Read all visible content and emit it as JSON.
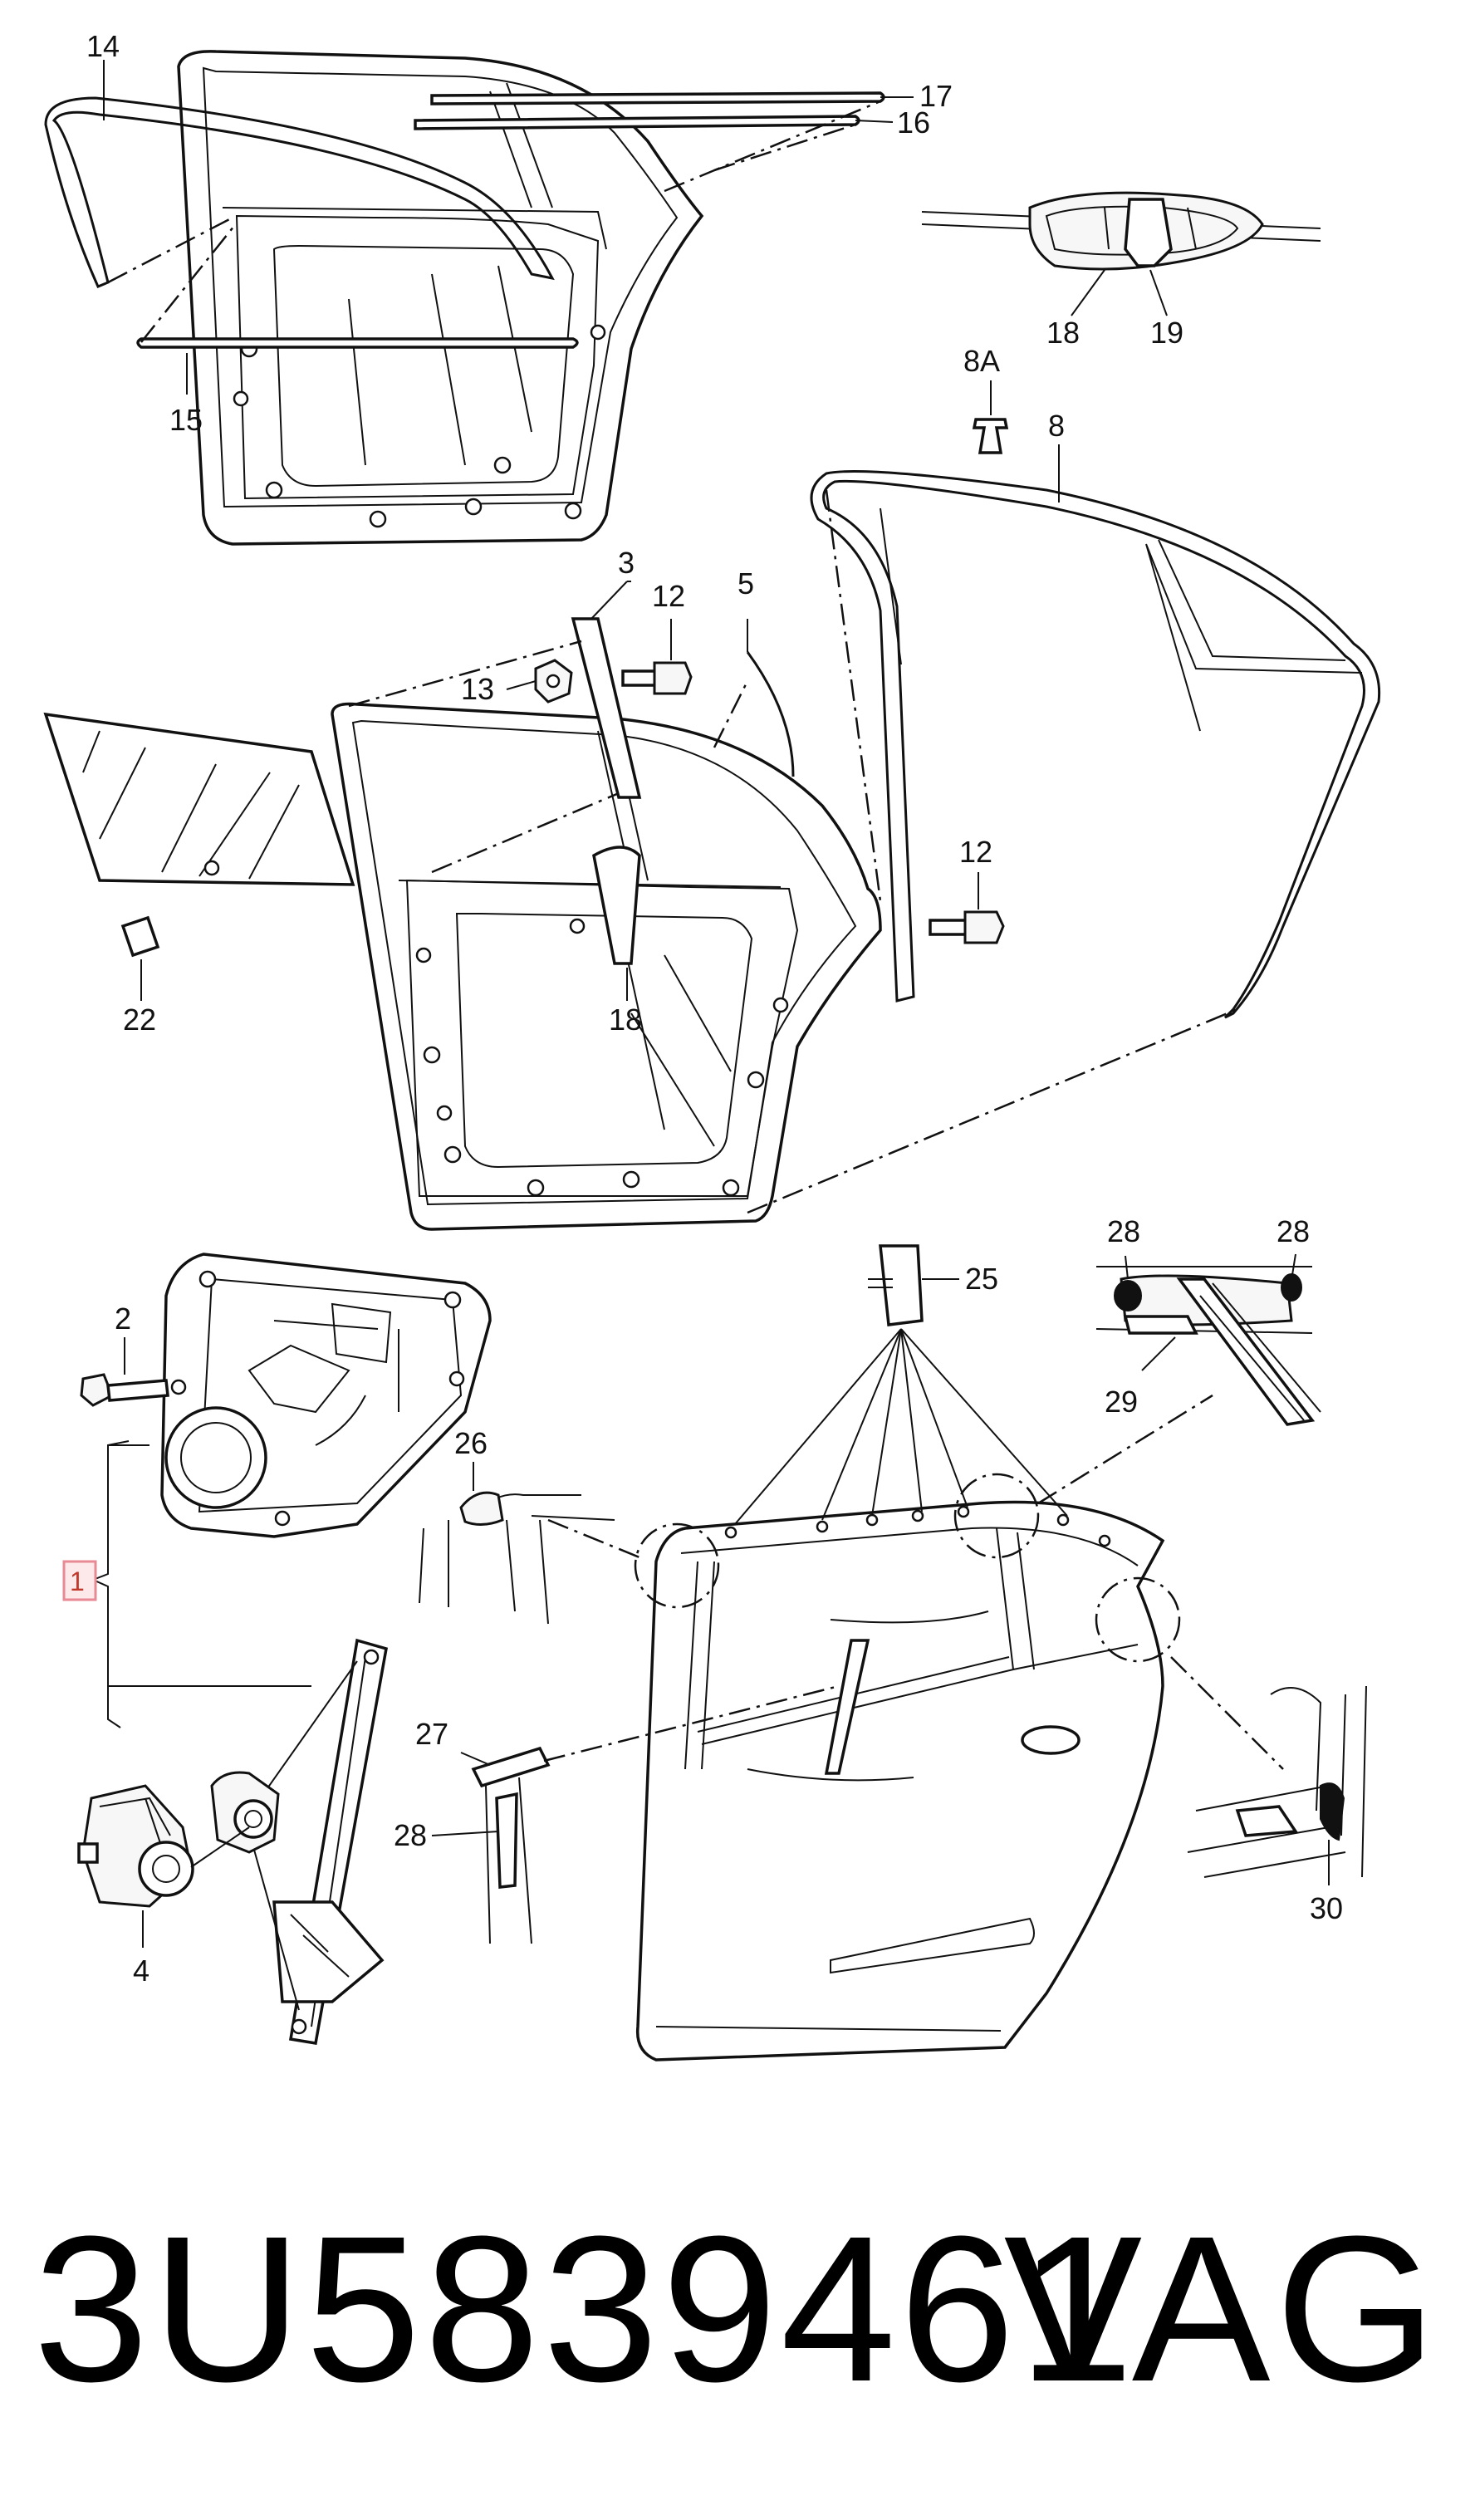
{
  "callouts": [
    "14",
    "17",
    "16",
    "15",
    "18",
    "19",
    "8A",
    "8",
    "3",
    "12",
    "5",
    "13",
    "12",
    "18",
    "22",
    "25",
    "28",
    "28",
    "29",
    "2",
    "26",
    "1",
    "27",
    "28",
    "4",
    "30"
  ],
  "part_number": "3U5839461",
  "brand": "VAG",
  "colors": {
    "line": "#111111",
    "background": "#ffffff",
    "highlight_border": "#e88a95",
    "highlight_fill": "#fde8ea"
  }
}
